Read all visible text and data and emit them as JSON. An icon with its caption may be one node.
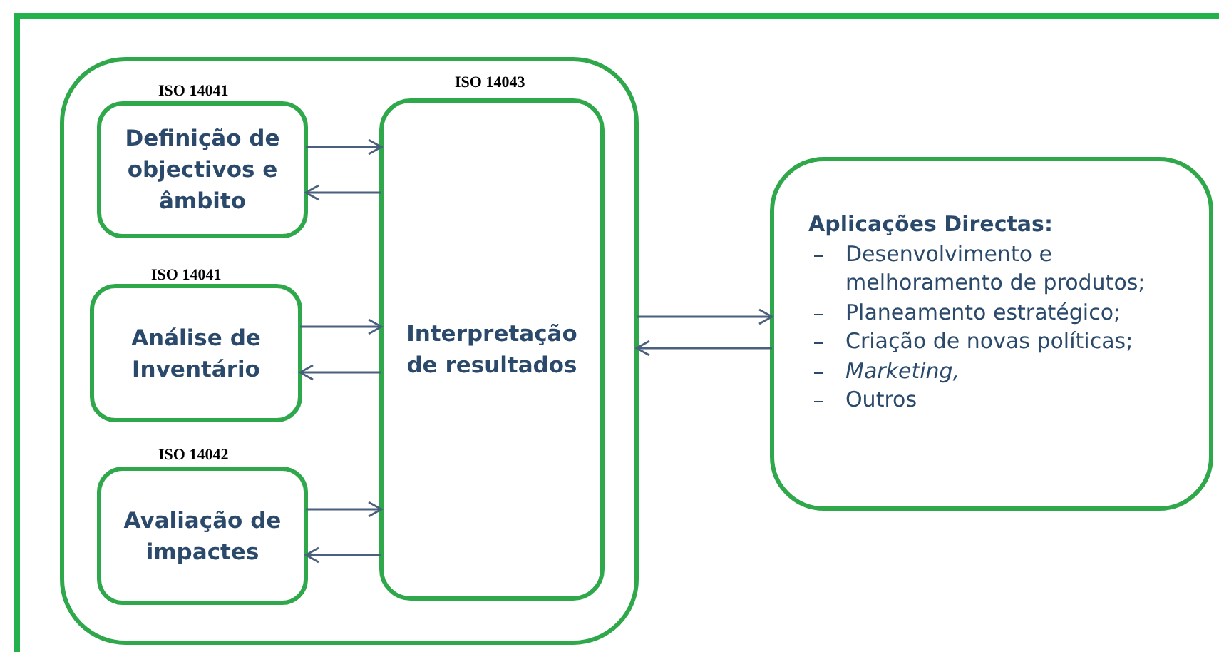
{
  "diagram": {
    "nodes": [
      {
        "text": [],
        "shape": "box"
      },
      {
        "text": [
          "Definição de objectivos e âmbito"
        ],
        "beside": [
          "ISO 14041"
        ],
        "in": 0
      },
      {
        "text": [
          "Análise de Inventário"
        ],
        "beside": [
          "ISO 14041"
        ],
        "in": 0
      },
      {
        "text": [
          "Avaliação de impactes"
        ],
        "beside": [
          "ISO 14042"
        ],
        "in": 0
      },
      {
        "text": [
          "Interpretação de resultados"
        ],
        "beside": [
          "ISO 14043"
        ],
        "in": 0
      },
      {
        "text": [
          "Aplicações Directas:",
          "Desenvolvimento e melhoramento de produtos;",
          "Planeamento estratégico;",
          "Criação de novas políticas;",
          "*Marketing,*",
          "Outros"
        ]
      }
    ],
    "edges": [
      {
        "from": 1,
        "to": 4,
        "arrow": "to"
      },
      {
        "from": 4,
        "to": 1,
        "arrow": "to"
      },
      {
        "from": 2,
        "to": 4,
        "arrow": "to"
      },
      {
        "from": 4,
        "to": 2,
        "arrow": "to"
      },
      {
        "from": 3,
        "to": 4,
        "arrow": "to"
      },
      {
        "from": 4,
        "to": 3,
        "arrow": "to"
      },
      {
        "from": 0,
        "to": 5,
        "arrow": "to"
      },
      {
        "from": 5,
        "to": 0,
        "arrow": "to"
      }
    ]
  }
}
